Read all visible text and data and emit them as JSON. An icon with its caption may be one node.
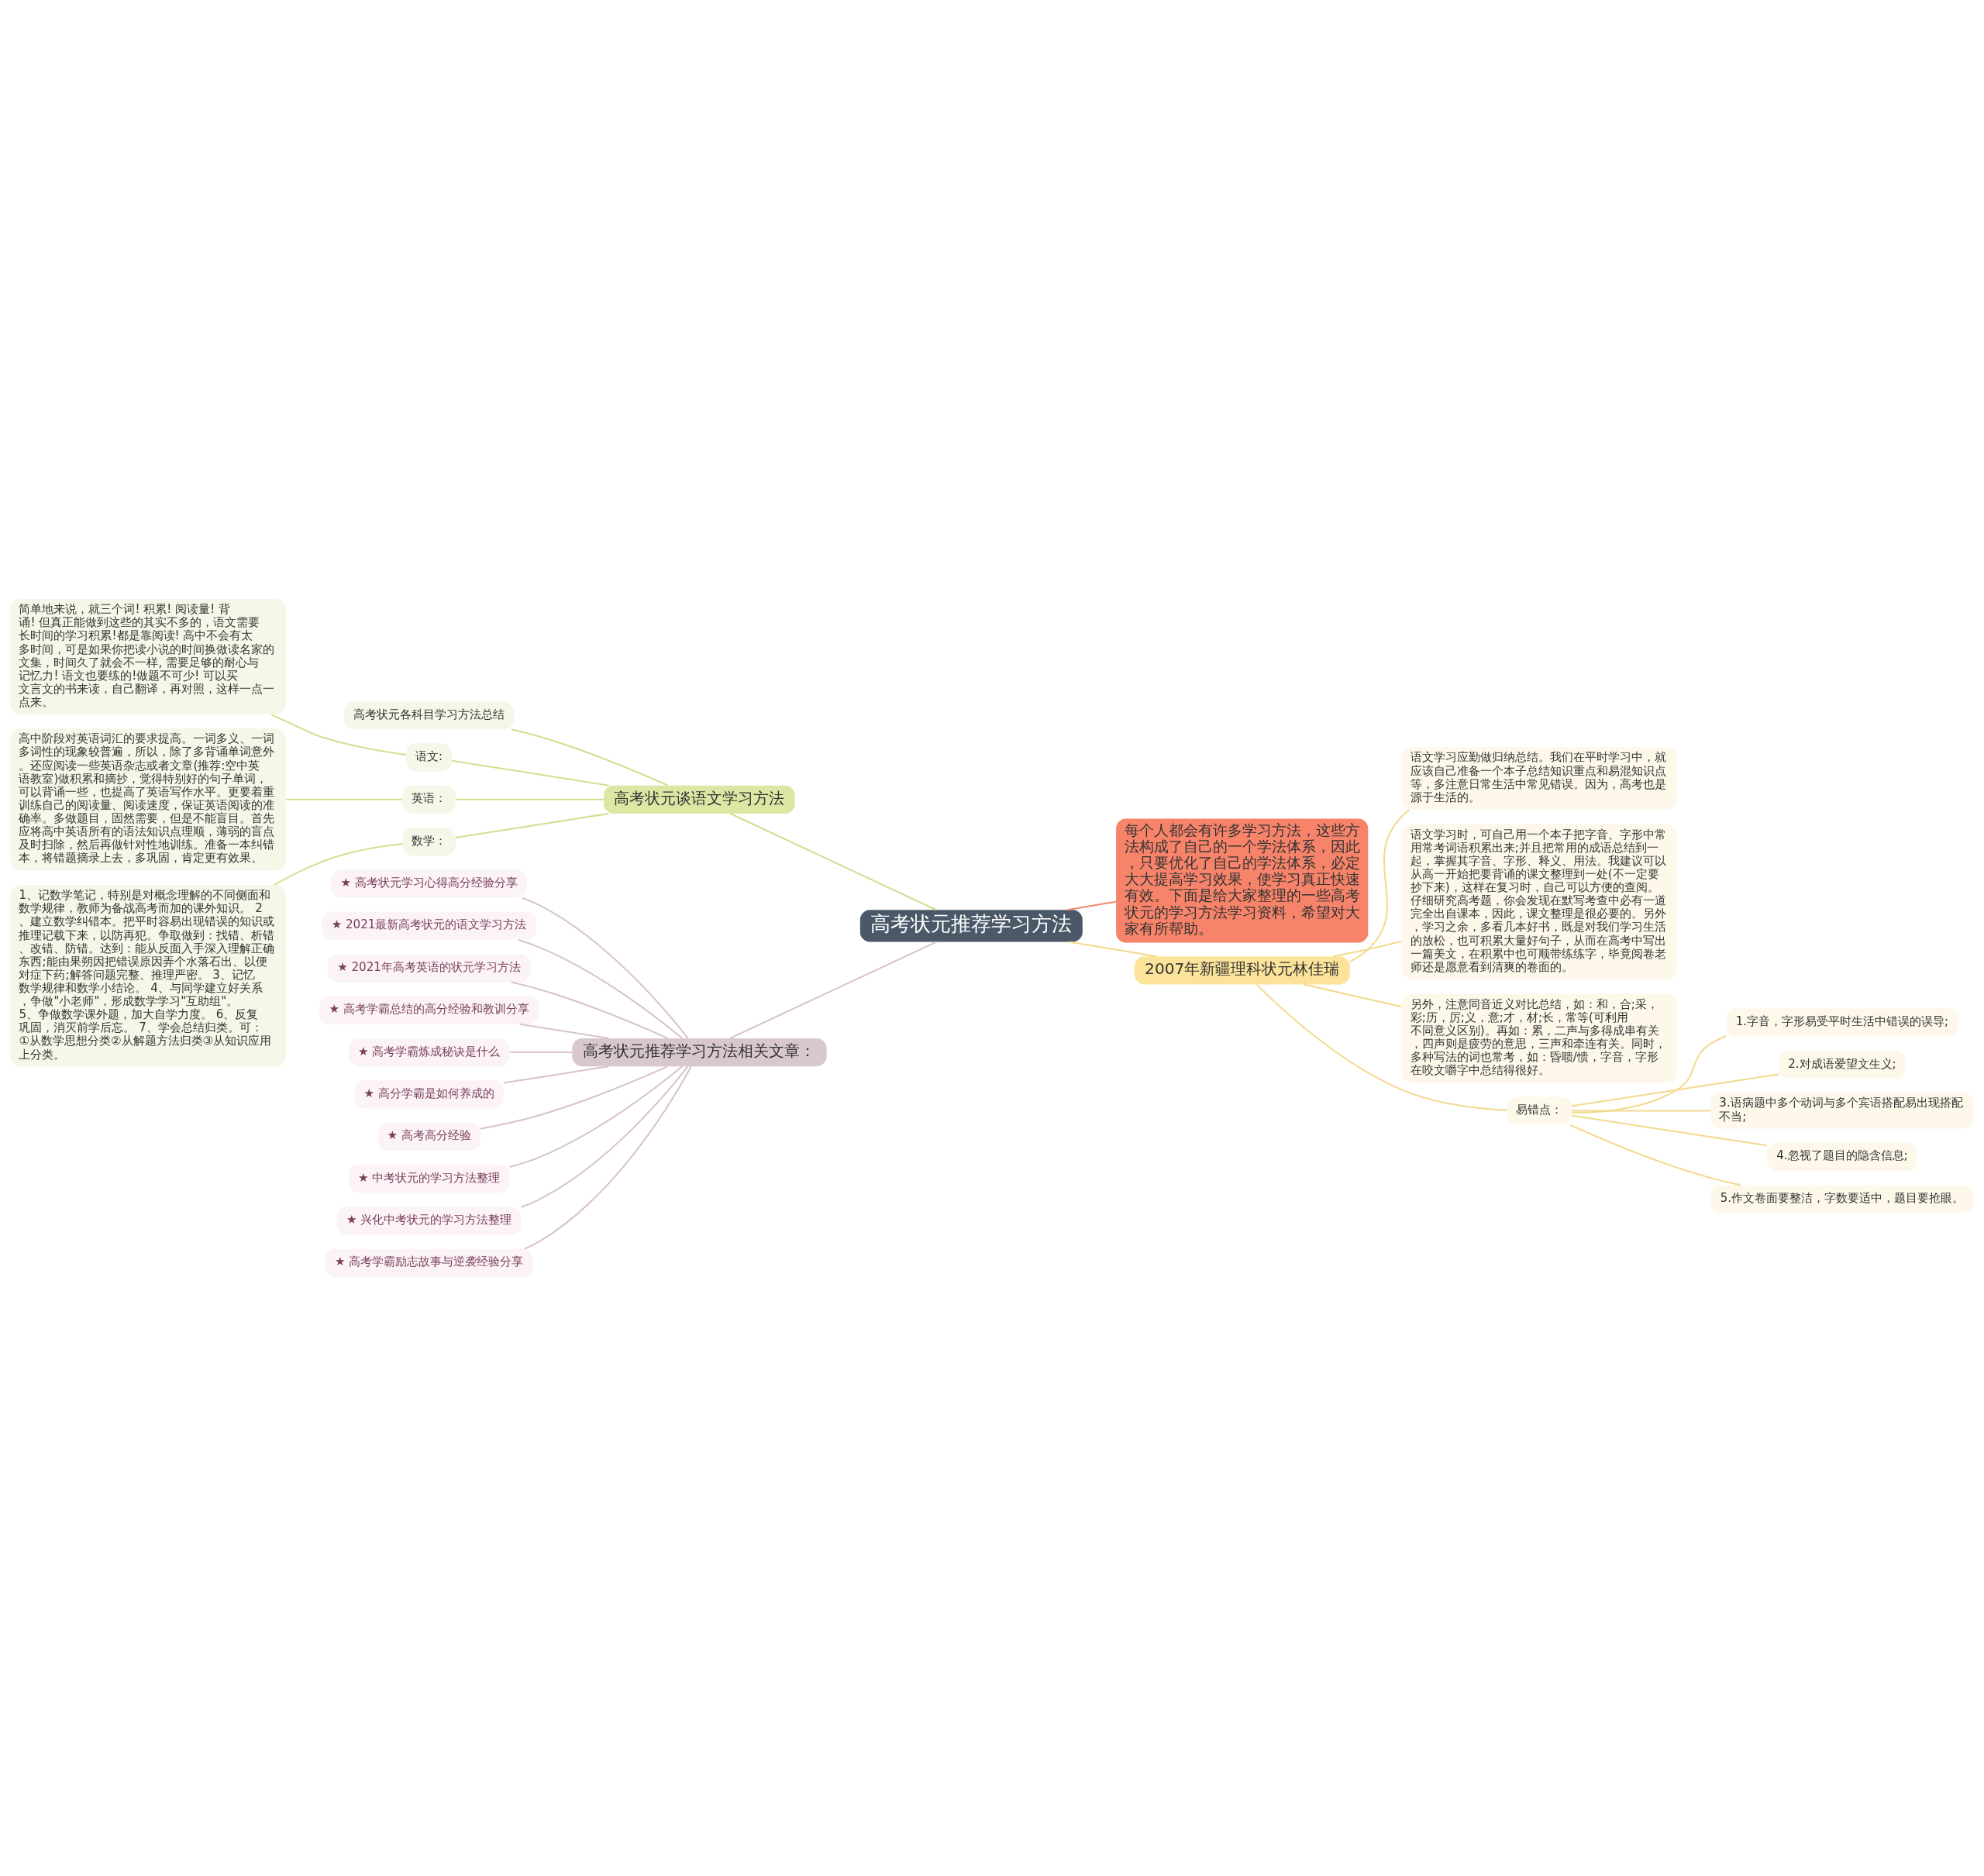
{
  "diagram": {
    "nodes": [
      {
        "text": [
          "高考状元推荐学习方法"
        ]
      },
      {
        "text": [
          "高考状元谈语文学习方法"
        ]
      },
      {
        "text": [
          "高考状元各科目学习方法总结"
        ]
      },
      {
        "text": [
          "语文:"
        ]
      },
      {
        "text": [
          "简单地来说，就三个词! 积累! 阅读量! 背诵! 但真正能做到这些的其实不多的，语文需要长时间的学习积累!都是靠阅读! 高中不会有太多时间，可是如果你把读小说的时间换做读名家的文集，时间久了就会不一样, 需要足够的耐心与记忆力! 语文也要练的!做题不可少! 可以买文言文的书来读，自己翻译，再对照，这样一点一点来。"
        ]
      },
      {
        "text": [
          "英语："
        ]
      },
      {
        "text": [
          "高中阶段对英语词汇的要求提高。一词多义、一词多词性的现象较普遍，所以，除了多背诵单词意外。还应阅读一些英语杂志或者文章(推荐:空中英语教室)做积累和摘抄，觉得特别好的句子单词，可以背诵一些，也提高了英语写作水平。更要着重训练自己的阅读量、阅读速度，保证英语阅读的准确率。多做题目，固然需要，但是不能盲目。首先应将高中英语所有的语法知识点理顺，薄弱的盲点及时扫除，然后再做针对性地训练。准备一本纠错本，将错题摘录上去，多巩固，肯定更有效果。"
        ]
      },
      {
        "text": [
          "数学："
        ]
      },
      {
        "text": [
          "1、记数学笔记，特别是对概念理解的不同侧面和数学规律，教师为备战高考而加的课外知识。 2、建立数学纠错本。把平时容易出现错误的知识或推理记载下来，以防再犯。争取做到：找错、析错、改错、防错。达到：能从反面入手深入理解正确东西;能由果朔因把错误原因弄个水落石出、以便对症下药;解答问题完整、推理严密。 3、记忆数学规律和数学小结论。 4、与同学建立好关系，争做\"小老师\"，形成数学学习\"互助组\"。 5、争做数学课外题，加大自学力度。 6、反复巩固，消灭前学后忘。 7、学会总结归类。可：①从数学思想分类②从解题方法归类③从知识应用上分类。"
        ]
      },
      {
        "text": [
          "高考状元推荐学习方法相关文章："
        ]
      },
      {
        "text": [
          "★ 高考状元学习心得高分经验分享"
        ]
      },
      {
        "text": [
          "★ 2021最新高考状元的语文学习方法"
        ]
      },
      {
        "text": [
          "★ 2021年高考英语的状元学习方法"
        ]
      },
      {
        "text": [
          "★ 高考学霸总结的高分经验和教训分享"
        ]
      },
      {
        "text": [
          "★ 高考学霸炼成秘诀是什么"
        ]
      },
      {
        "text": [
          "★ 高分学霸是如何养成的"
        ]
      },
      {
        "text": [
          "★ 高考高分经验"
        ]
      },
      {
        "text": [
          "★ 中考状元的学习方法整理"
        ]
      },
      {
        "text": [
          "★ 兴化中考状元的学习方法整理"
        ]
      },
      {
        "text": [
          "★ 高考学霸励志故事与逆袭经验分享"
        ]
      },
      {
        "text": [
          "每个人都会有许多学习方法，这些方法构成了自己的一个学法体系，因此，只要优化了自己的学法体系，必定大大提高学习效果，使学习真正快速有效。下面是给大家整理的一些高考状元的学习方法学习资料，希望对大家有所帮助。"
        ]
      },
      {
        "text": [
          "2007年新疆理科状元林佳瑞"
        ]
      },
      {
        "text": [
          "语文学习应勤做归纳总结。我们在平时学习中，就应该自己准备一个本子总结知识重点和易混知识点等，多注意日常生活中常见错误。因为，高考也是源于生活的。"
        ]
      },
      {
        "text": [
          "语文学习时，可自己用一个本子把字音、字形中常用常考词语积累出来;并且把常用的成语总结到一起，掌握其字音、字形、释义、用法。我建议可以从高一开始把要背诵的课文整理到一处(不一定要抄下来)，这样在复习时，自己可以方便的查阅。仔细研究高考题，你会发现在默写考查中必有一道完全出自课本，因此，课文整理是很必要的。另外，学习之余，多看几本好书，既是对我们学习生活的放松，也可积累大量好句子，从而在高考中写出一篇美文，在积累中也可顺带练练字，毕竟阅卷老师还是愿意看到清爽的卷面的。"
        ]
      },
      {
        "text": [
          "另外，注意同音近义对比总结，如：和，合;采，彩;历，厉;义，意;才，材;长，常等(可利用不同意义区别)。再如：累，二声与多得成串有关，四声则是疲劳的意思，三声和牵连有关。同时，多种写法的词也常考，如：昏聩/愦，字音，字形在咬文嚼字中总结得很好。"
        ]
      },
      {
        "text": [
          "易错点："
        ]
      },
      {
        "text": [
          "1.字音，字形易受平时生活中错误的误导;"
        ]
      },
      {
        "text": [
          "2.对成语爱望文生义;"
        ]
      },
      {
        "text": [
          "3.语病题中多个动词与多个宾语搭配易出现搭配不当;"
        ]
      },
      {
        "text": [
          "4.忽视了题目的隐含信息;"
        ]
      },
      {
        "text": [
          "5.作文卷面要整洁，字数要适中，题目要抢眼。"
        ]
      }
    ],
    "edges": [
      {
        "from": 0,
        "to": 1,
        "arrow": "none",
        "color": "#cfe08f"
      },
      {
        "from": 1,
        "to": 2,
        "arrow": "none",
        "color": "#cfe08f"
      },
      {
        "from": 1,
        "to": 3,
        "arrow": "none",
        "color": "#cfe08f"
      },
      {
        "from": 3,
        "to": 4,
        "arrow": "none",
        "color": "#cfe08f"
      },
      {
        "from": 1,
        "to": 5,
        "arrow": "none",
        "color": "#cfe08f"
      },
      {
        "from": 5,
        "to": 6,
        "arrow": "none",
        "color": "#cfe08f"
      },
      {
        "from": 1,
        "to": 7,
        "arrow": "none",
        "color": "#cfe08f"
      },
      {
        "from": 7,
        "to": 8,
        "arrow": "none",
        "color": "#cfe08f"
      },
      {
        "from": 0,
        "to": 9,
        "arrow": "none"
      },
      {
        "from": 9,
        "to": 10,
        "arrow": "none"
      },
      {
        "from": 9,
        "to": 11,
        "arrow": "none"
      },
      {
        "from": 9,
        "to": 12,
        "arrow": "none"
      },
      {
        "from": 9,
        "to": 13,
        "arrow": "none"
      },
      {
        "from": 9,
        "to": 14,
        "arrow": "none"
      },
      {
        "from": 9,
        "to": 15,
        "arrow": "none"
      },
      {
        "from": 9,
        "to": 16,
        "arrow": "none"
      },
      {
        "from": 9,
        "to": 17,
        "arrow": "none"
      },
      {
        "from": 9,
        "to": 18,
        "arrow": "none"
      },
      {
        "from": 9,
        "to": 19,
        "arrow": "none"
      },
      {
        "from": 0,
        "to": 20,
        "arrow": "none",
        "color": "#f08a6c"
      },
      {
        "from": 0,
        "to": 21,
        "arrow": "none",
        "color": "#f2d98c"
      },
      {
        "from": 21,
        "to": 22,
        "arrow": "none",
        "color": "#f2d98c"
      },
      {
        "from": 21,
        "to": 23,
        "arrow": "none",
        "color": "#f2d98c"
      },
      {
        "from": 21,
        "to": 24,
        "arrow": "none",
        "color": "#f2d98c"
      },
      {
        "from": 21,
        "to": 25,
        "arrow": "none",
        "color": "#f2d98c"
      },
      {
        "from": 25,
        "to": 26,
        "arrow": "none",
        "color": "#f2d98c"
      },
      {
        "from": 25,
        "to": 27,
        "arrow": "none",
        "color": "#f2d98c"
      },
      {
        "from": 25,
        "to": 28,
        "arrow": "none",
        "color": "#f2d98c"
      },
      {
        "from": 25,
        "to": 29,
        "arrow": "none",
        "color": "#f2d98c"
      },
      {
        "from": 25,
        "to": 30,
        "arrow": "none",
        "color": "#f2d98c"
      }
    ]
  }
}
